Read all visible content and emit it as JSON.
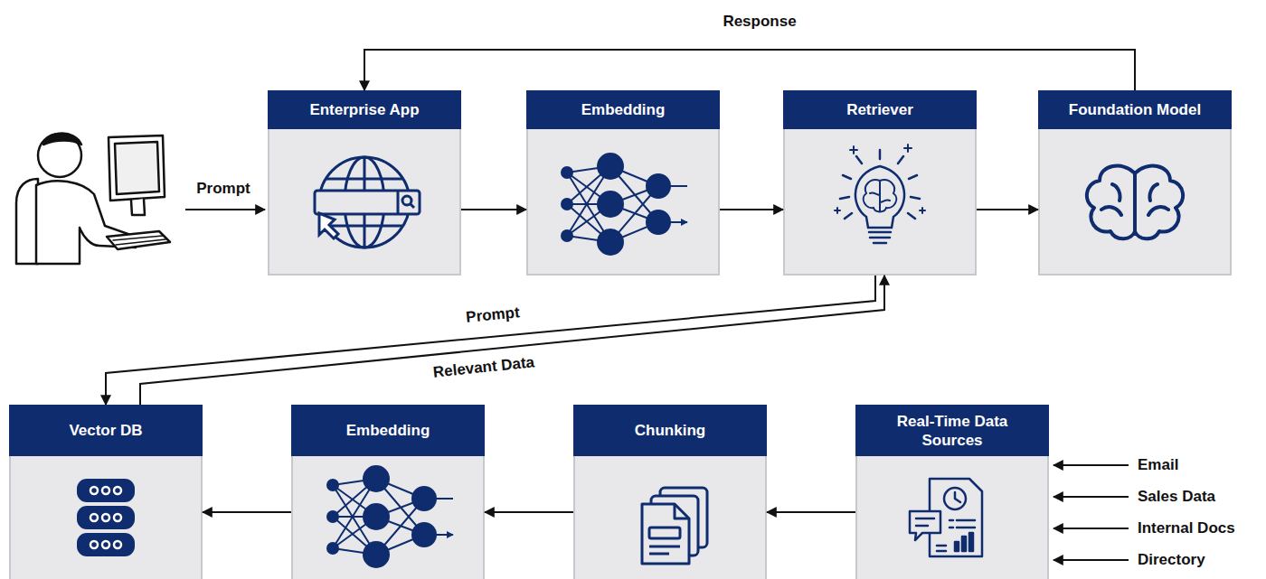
{
  "diagram": {
    "nodes": [
      {
        "text": [
          "Enterprise App"
        ]
      },
      {
        "text": [
          "Embedding"
        ]
      },
      {
        "text": [
          "Retriever"
        ]
      },
      {
        "text": [
          "Foundation Model"
        ]
      },
      {
        "text": [
          "Vector DB"
        ]
      },
      {
        "text": [
          "Embedding"
        ]
      },
      {
        "text": [
          "Chunking"
        ]
      },
      {
        "text": [
          "Real-Time Data Sources"
        ]
      }
    ],
    "edges": [
      {
        "from": 0,
        "to": 1,
        "arrow": "to"
      },
      {
        "from": 1,
        "to": 2,
        "arrow": "to"
      },
      {
        "from": 2,
        "to": 3,
        "arrow": "to"
      },
      {
        "from": 3,
        "to": 0,
        "label": "Response",
        "arrow": "to"
      },
      {
        "from": 2,
        "to": 4,
        "label": "Prompt",
        "arrow": "to"
      },
      {
        "from": 4,
        "to": 2,
        "label": "Relevant Data",
        "arrow": "to"
      },
      {
        "from": 7,
        "to": 6,
        "arrow": "to"
      },
      {
        "from": 6,
        "to": 5,
        "arrow": "to"
      },
      {
        "from": 5,
        "to": 4,
        "arrow": "to"
      }
    ],
    "labels": [
      "Prompt",
      "Email",
      "Sales Data",
      "Internal Docs",
      "Directory"
    ]
  }
}
